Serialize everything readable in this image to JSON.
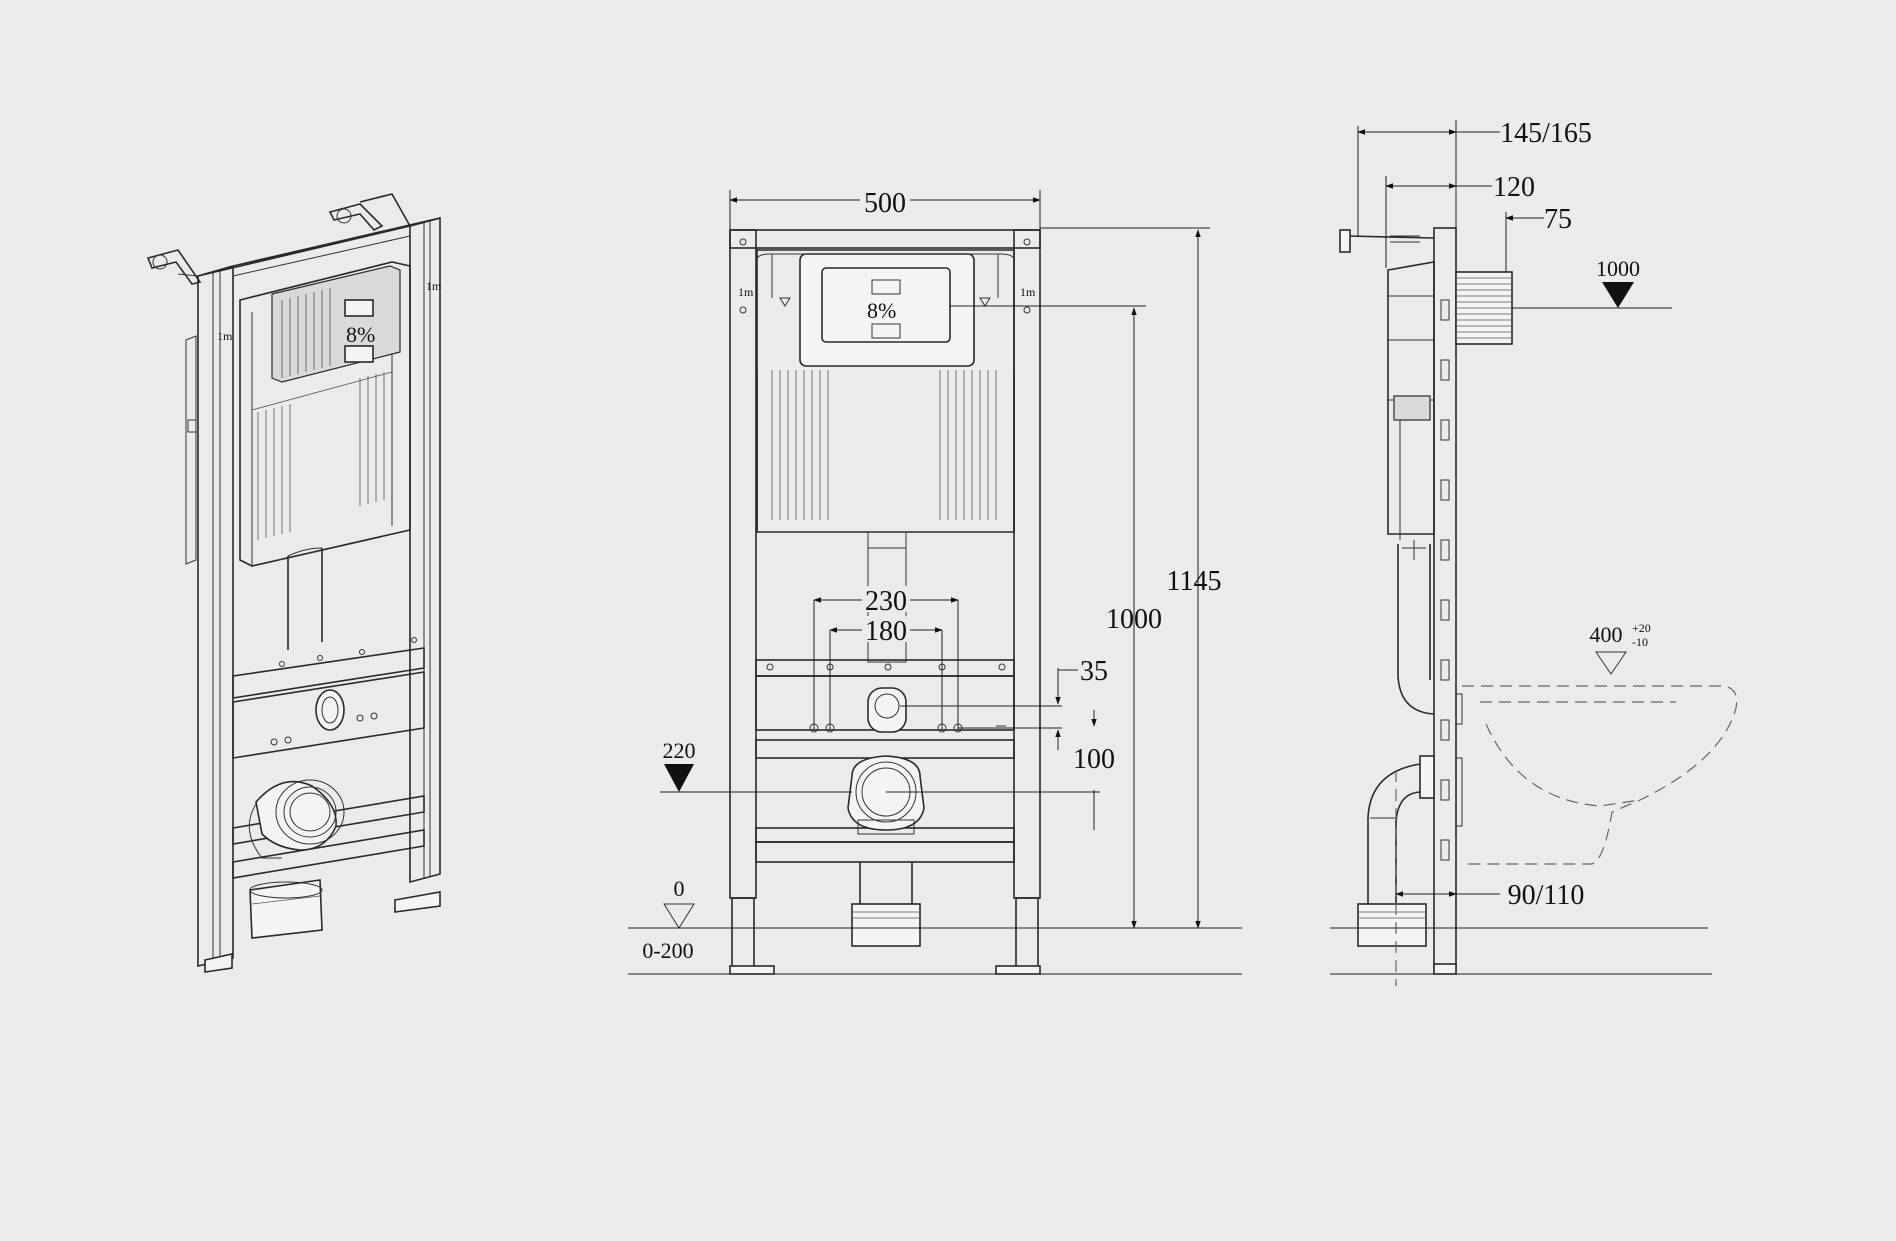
{
  "views": {
    "isometric": {
      "logo": "8%"
    },
    "front": {
      "logo": "8%",
      "dimensions": {
        "frame_width": "500",
        "outer_spacing": "230",
        "inner_spacing": "180",
        "offset_small": "35",
        "offset_drain": "100",
        "drain_height": "220",
        "button_height": "1000",
        "total_height": "1145",
        "floor_level": "0",
        "leg_adjustment": "0-200"
      }
    },
    "side": {
      "dimensions": {
        "depth_total": "145/165",
        "depth_frame": "120",
        "depth_button": "75",
        "button_level": "1000",
        "bowl_height": "400",
        "bowl_tol_plus": "+20",
        "bowl_tol_minus": "-10",
        "drain_offset": "90/110"
      }
    }
  },
  "colors": {
    "background": "#ebebeb",
    "line": "#2a2a2a",
    "dash": "#666666"
  }
}
